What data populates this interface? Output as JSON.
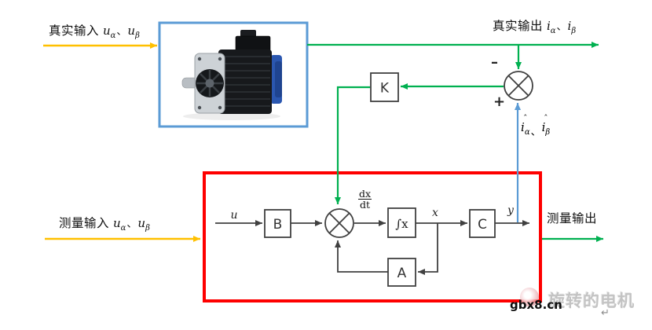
{
  "colors": {
    "green": "#00b050",
    "yellow": "#ffc000",
    "blue": "#5b9bd5",
    "red": "#fe0000",
    "line": "#404040"
  },
  "labels": {
    "real_input": {
      "cn": "真实输入",
      "v1": "u",
      "s1": "α",
      "sep": "、",
      "v2": "u",
      "s2": "β"
    },
    "real_output": {
      "cn": "真实输出",
      "v1": "i",
      "s1": "α",
      "sep": "、",
      "v2": "i",
      "s2": "β"
    },
    "measured_input": {
      "cn": "测量输入",
      "v1": "u",
      "s1": "α",
      "sep": "、",
      "v2": "u",
      "s2": "β"
    },
    "measured_output": {
      "cn": "测量输出"
    },
    "estimate": {
      "hat": "ˆ",
      "v1": "i",
      "s1": "α",
      "sep": "、",
      "v2": "i",
      "s2": "β"
    },
    "minus": "–",
    "plus": "+"
  },
  "blocks": {
    "gain": "K",
    "input_matrix": "B",
    "integrator": "∫x",
    "output_matrix": "C",
    "system_matrix": "A"
  },
  "signals": {
    "u": "u",
    "x": "x",
    "y": "y",
    "deriv_num": "dx",
    "deriv_den": "dt"
  },
  "watermark": {
    "site": "gbx8.cn",
    "name": "旋转的电机",
    "return_mark": "↵"
  }
}
